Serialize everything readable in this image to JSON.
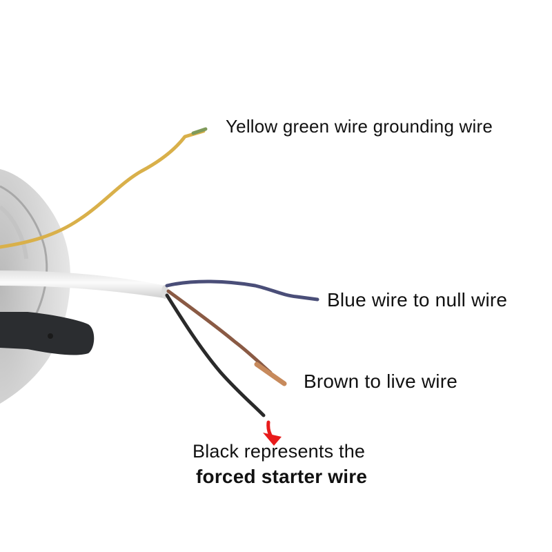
{
  "labels": {
    "ground": "Yellow green wire grounding wire",
    "blue": "Blue wire to null wire",
    "brown": "Brown to live wire",
    "black_line1": "Black represents the",
    "black_line2": "forced starter wire"
  },
  "colors": {
    "background": "#ffffff",
    "yellow_green_wire": "#d9b04a",
    "blue_wire": "#4a4e78",
    "brown_wire": "#8a5a44",
    "black_wire": "#2a2a2a",
    "cable_jacket": "#f0f0f0",
    "arrow": "#e81b1b",
    "fixture": "#d6d6d6"
  },
  "icons": {
    "arrow": "red-arrow-down"
  }
}
